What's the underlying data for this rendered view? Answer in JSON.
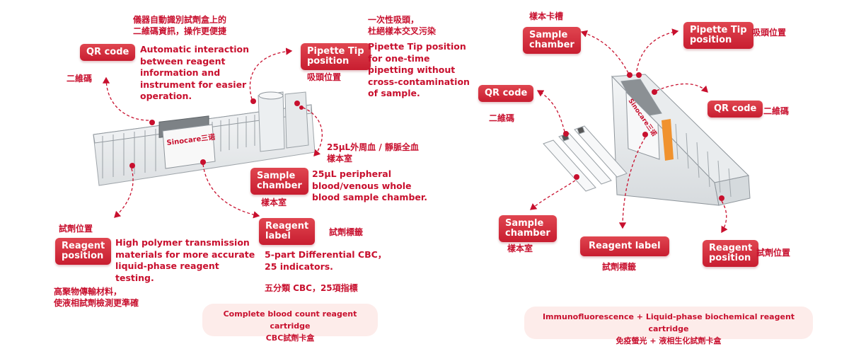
{
  "left": {
    "brand": "Sinocare三诺",
    "qr_tag": "QR code",
    "qr_zh": "二維碼",
    "qr_desc_zh": "儀器自動識別試劑盒上的\n二維碼資訊，操作更便捷",
    "qr_desc_en": "Automatic interaction\nbetween reagent\ninformation and\ninstrument for easier\noperation.",
    "tip_tag": "Pipette Tip\nposition",
    "tip_zh": "吸頭位置",
    "tip_desc_zh": "一次性吸頭，\n杜絕樣本交叉污染",
    "tip_desc_en": "Pipette Tip position\nfor one-time\npipetting without\ncross-contamination\nof sample.",
    "sample_desc_zh": "25µL外周血 / 靜脈全血\n樣本室",
    "sample_tag": "Sample\nchamber",
    "sample_desc_en": "25µL peripheral\nblood/venous whole\nblood sample chamber.",
    "sample_zh": "樣本室",
    "label_tag": "Reagent\nlabel",
    "label_zh": "試劑標籤",
    "label_desc_en": "5-part Differential CBC，\n25 indicators.",
    "label_desc_zh": "五分類 CBC，25項指標",
    "pos_zh": "試劑位置",
    "pos_tag": "Reagent\nposition",
    "pos_desc_en": "High polymer transmission\nmaterials for more accurate\nliquid-phase reagent\ntesting.",
    "pos_desc_zh": "高聚物傳輸材料，\n使液相試劑檢測更準確",
    "caption_en": "Complete blood count reagent cartridge",
    "caption_zh": "CBC試劑卡盒"
  },
  "right": {
    "brand": "Sinocare三诺",
    "sample_top_zh": "樣本卡槽",
    "sample_top_tag": "Sample\nchamber",
    "tip_tag": "Pipette Tip\nposition",
    "tip_zh": "吸頭位置",
    "qr1_tag": "QR code",
    "qr1_zh": "二維碼",
    "qr2_tag": "QR code",
    "qr2_zh": "二維碼",
    "sample_tag": "Sample\nchamber",
    "sample_zh": "樣本室",
    "label_tag": "Reagent label",
    "label_zh": "試劑標籤",
    "pos_tag": "Reagent\nposition",
    "pos_zh": "試劑位置",
    "caption_en": "Immunofluorescence + Liquid-phase biochemical reagent cartridge",
    "caption_zh": "免疫螢光 + 液相生化試劑卡盒"
  },
  "colors": {
    "accent": "#c8102e",
    "pill_bg": "#fdecea",
    "cartridge": "#c9ced3",
    "orange": "#f0922e"
  }
}
